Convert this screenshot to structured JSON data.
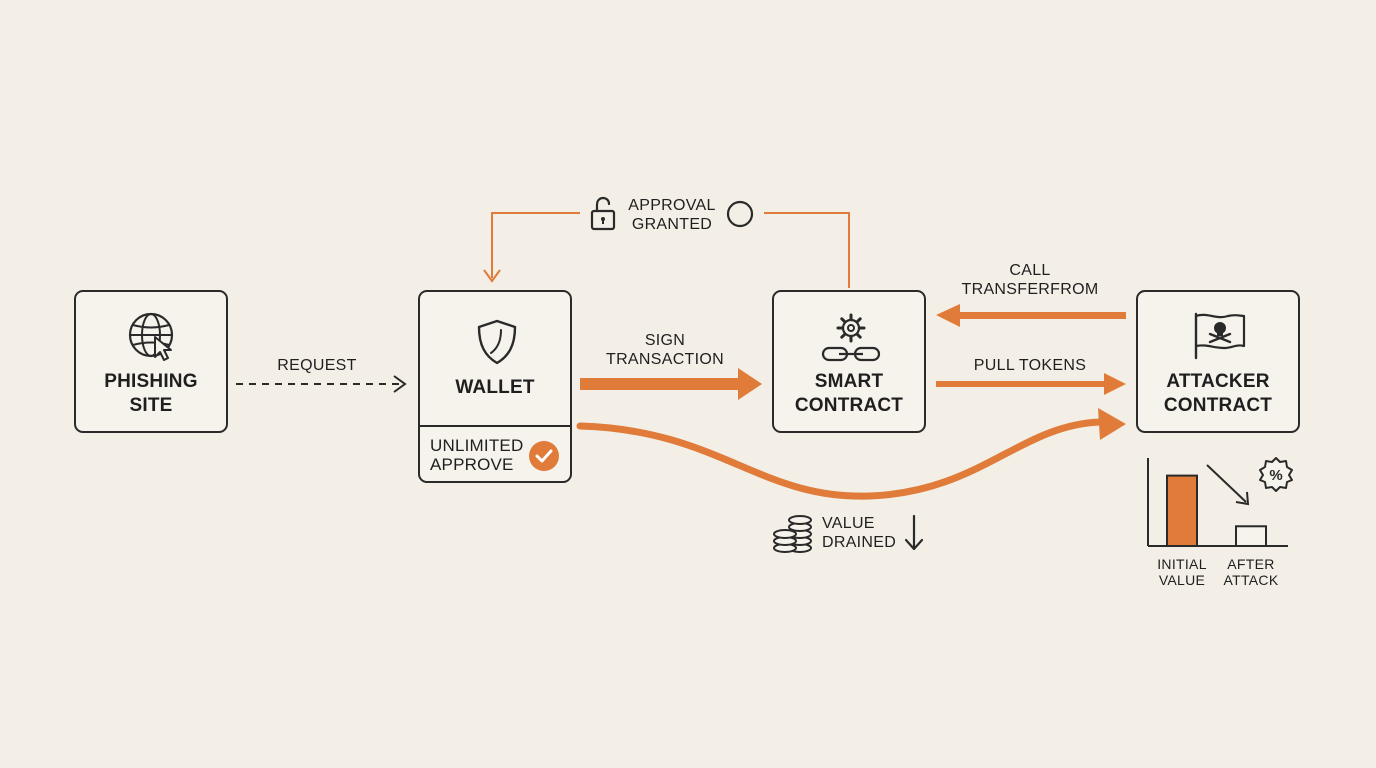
{
  "nodes": {
    "phishing_site": {
      "label": "PHISHING\nSITE",
      "icon": "globe-cursor-icon"
    },
    "wallet": {
      "label": "WALLET",
      "icon": "shield-icon",
      "approve_label": "UNLIMITED\nAPPROVE",
      "approve_icon": "checkmark-icon"
    },
    "smart_contract": {
      "label": "SMART\nCONTRACT",
      "icon": "gear-chain-icon"
    },
    "attacker_contract": {
      "label": "ATTACKER\nCONTRACT",
      "icon": "pirate-flag-icon"
    }
  },
  "edges": {
    "request": "REQUEST",
    "sign_transaction": "SIGN\nTRANSACTION",
    "approval_granted": "APPROVAL\nGRANTED",
    "call_transferfrom": "CALL\nTRANSFERFROM",
    "pull_tokens": "PULL TOKENS",
    "value_drained": "VALUE\nDRAINED"
  },
  "chart_data": {
    "type": "bar",
    "categories": [
      "INITIAL\nVALUE",
      "AFTER\nATTACK"
    ],
    "values": [
      1.0,
      0.28
    ],
    "title": "",
    "xlabel": "",
    "ylabel": "",
    "ylim": [
      0,
      1.25
    ],
    "colors": [
      "#e07b39",
      "#f6f3ec"
    ]
  },
  "colors": {
    "accent": "#e07b39",
    "ink": "#2a2a2a",
    "background": "#f3efe6"
  }
}
